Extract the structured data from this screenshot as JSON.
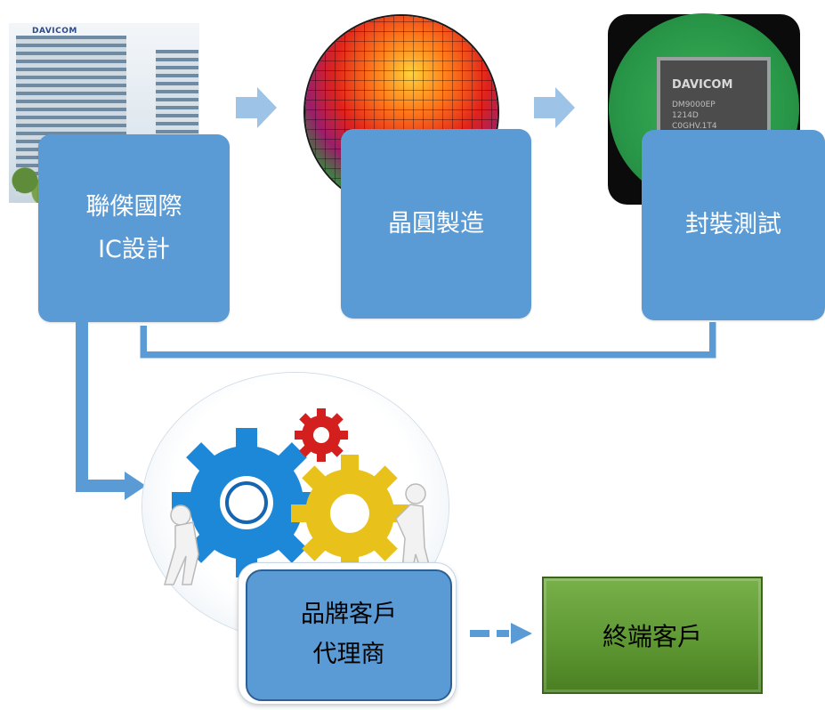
{
  "diagram": {
    "design_box": {
      "line1": "聯傑國際",
      "line2": "IC設計"
    },
    "wafer_box": {
      "label": "晶圓製造"
    },
    "packaging_box": {
      "label": "封裝測試"
    },
    "brand_box": {
      "line1": "品牌客戶",
      "line2": "代理商"
    },
    "end_box": {
      "label": "終端客戶"
    }
  },
  "images": {
    "building_logo_text": "DAVICOM",
    "chip_brand_text": "DAVICOM",
    "chip_code_lines": [
      "DM9000EP",
      "1214D",
      "C0GHV.1T4"
    ],
    "wafer_icon": "silicon-wafer",
    "pcb_icon": "ic-chip-on-pcb",
    "gears_icon": "gears-with-figures"
  },
  "colors": {
    "box_blue": "#5b9bd5",
    "connector_blue": "#5b9bd5",
    "arrow_light_blue": "#9dc3e6",
    "end_green": "#5f9933"
  }
}
